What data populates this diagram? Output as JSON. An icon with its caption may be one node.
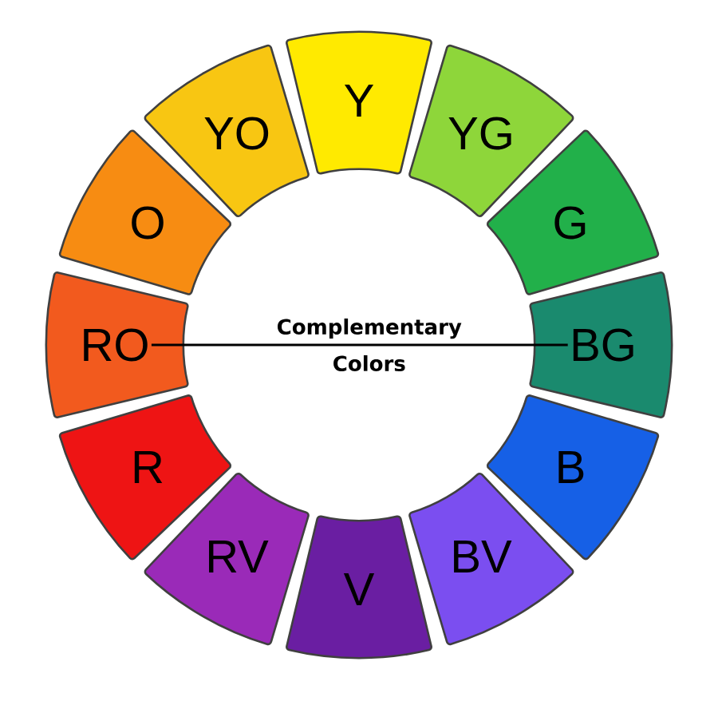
{
  "diagram": {
    "nodes": [
      {
        "text": [
          "Y"
        ]
      },
      {
        "text": [
          "YG"
        ]
      },
      {
        "text": [
          "G"
        ]
      },
      {
        "text": [
          "BG"
        ]
      },
      {
        "text": [
          "B"
        ]
      },
      {
        "text": [
          "BV"
        ]
      },
      {
        "text": [
          "V"
        ]
      },
      {
        "text": [
          "RV"
        ]
      },
      {
        "text": [
          "R"
        ]
      },
      {
        "text": [
          "RO"
        ]
      },
      {
        "text": [
          "O"
        ]
      },
      {
        "text": [
          "YO"
        ]
      }
    ],
    "edges": [
      {
        "from": 9,
        "to": 3,
        "arrow": "none",
        "label": "Complementary Colors"
      }
    ]
  }
}
